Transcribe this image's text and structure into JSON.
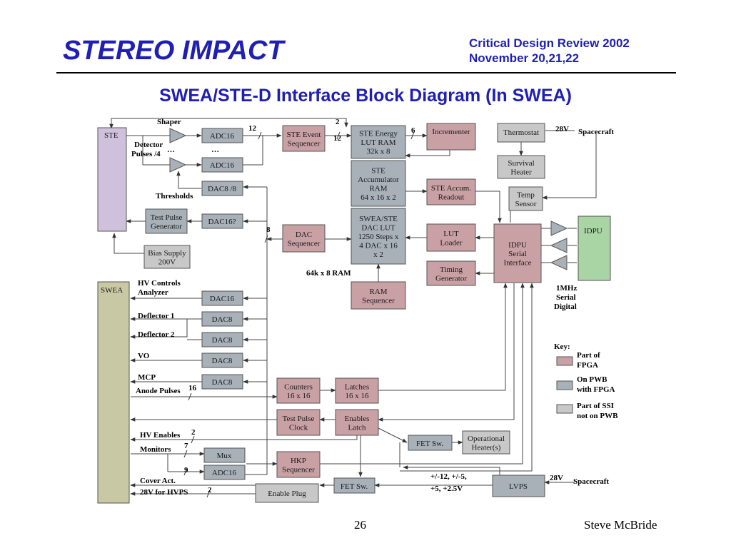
{
  "header": {
    "title": "STEREO IMPACT",
    "review_line1": "Critical Design Review 2002",
    "review_line2": "November 20,21,22"
  },
  "slide_title": "SWEA/STE-D Interface Block Diagram (In SWEA)",
  "footer": {
    "page_number": "26",
    "author": "Steve McBride"
  },
  "colors": {
    "title_blue": "#1f1fb4",
    "fpga": "#c9a0a4",
    "pwb": "#a8b0b8",
    "ssi": "#c8c8c8",
    "ste": "#cfc0db",
    "swea": "#c8c8a4",
    "idpu": "#a9d4a4"
  },
  "diagram": {
    "blocks": {
      "ste": "STE",
      "swea": "SWEA",
      "idpu": "IDPU",
      "adc16_a": "ADC16",
      "adc16_b": "ADC16",
      "dac8_8": "DAC8 /8",
      "dac16q": "DAC16?",
      "test_pulse_gen": [
        "Test Pulse",
        "Generator"
      ],
      "bias_supply": [
        "Bias Supply",
        "200V"
      ],
      "ste_event_seq": [
        "STE Event",
        "Sequencer"
      ],
      "ste_energy_lut": [
        "STE Energy",
        "LUT RAM",
        "32k x 8"
      ],
      "incrementer": "Incrementer",
      "thermostat": "Thermostat",
      "survival_heater": [
        "Survival",
        "Heater"
      ],
      "ste_acc_ram": [
        "STE",
        "Accumulator",
        "RAM",
        "64 x 16 x 2"
      ],
      "ste_accum_readout": [
        "STE Accum.",
        "Readout"
      ],
      "temp_sensor": [
        "Temp",
        "Sensor"
      ],
      "dac_sequencer": [
        "DAC",
        "Sequencer"
      ],
      "swea_ste_dac_lut": [
        "SWEA/STE",
        "DAC LUT",
        "1250 Steps x",
        "4 DAC x 16",
        "x 2"
      ],
      "lut_loader": [
        "LUT",
        "Loader"
      ],
      "idpu_serial": [
        "IDPU",
        "Serial",
        "Interface"
      ],
      "timing_gen": [
        "Timing",
        "Generator"
      ],
      "ram_sequencer": [
        "RAM",
        "Sequencer"
      ],
      "dac16_analyzer": "DAC16",
      "dac8_defl1": "DAC8",
      "dac8_defl2": "DAC8",
      "dac8_vo": "DAC8",
      "dac8_mcp": "DAC8",
      "counters": [
        "Counters",
        "16 x 16"
      ],
      "latches": [
        "Latches",
        "16 x 16"
      ],
      "test_pulse_clock": [
        "Test Pulse",
        "Clock"
      ],
      "enables_latch": [
        "Enables",
        "Latch"
      ],
      "fet_sw_1": "FET Sw.",
      "operational_heater": [
        "Operational",
        "Heater(s)"
      ],
      "mux": "Mux",
      "adc16_hkp": "ADC16",
      "hkp_sequencer": [
        "HKP",
        "Sequencer"
      ],
      "fet_sw_2": "FET Sw.",
      "lvps": "LVPS",
      "enable_plug": "Enable Plug"
    },
    "labels": {
      "shaper": "Shaper",
      "detector_pulses": [
        "Detector",
        "Pulses /4"
      ],
      "ellipsis_1": "…",
      "ellipsis_2": "…",
      "thresholds": "Thresholds",
      "n12_a": "12",
      "n2_a": "2",
      "n12_b": "12",
      "n6": "6",
      "n8": "8",
      "v28_top": "28V",
      "spacecraft_top": "Spacecraft",
      "ram_64k": "64k x 8 RAM",
      "idpu_link": [
        "1MHz",
        "Serial",
        "Digital"
      ],
      "hv_controls": "HV Controls",
      "analyzer": "Analyzer",
      "deflector1": "Deflector 1",
      "deflector2": "Deflector 2",
      "vo": "VO",
      "mcp": "MCP",
      "anode_pulses": "Anode Pulses",
      "n16": "16",
      "hv_enables": "HV Enables",
      "n2_hv": "2",
      "monitors": "Monitors",
      "n7": "7",
      "n9": "9",
      "cover_act": "Cover Act.",
      "v28_hvps": "28V for HVPS",
      "n2_hvps": "2",
      "voltages": [
        "+/-12, +/-5,",
        "+5, +2.5V"
      ],
      "v28_bottom": "28V",
      "spacecraft_bottom": "Spacecraft"
    },
    "key": {
      "title": "Key:",
      "fpga": [
        "Part of",
        "FPGA"
      ],
      "pwb": [
        "On PWB",
        "with FPGA"
      ],
      "ssi": [
        "Part of SSI",
        "not on PWB"
      ]
    }
  }
}
